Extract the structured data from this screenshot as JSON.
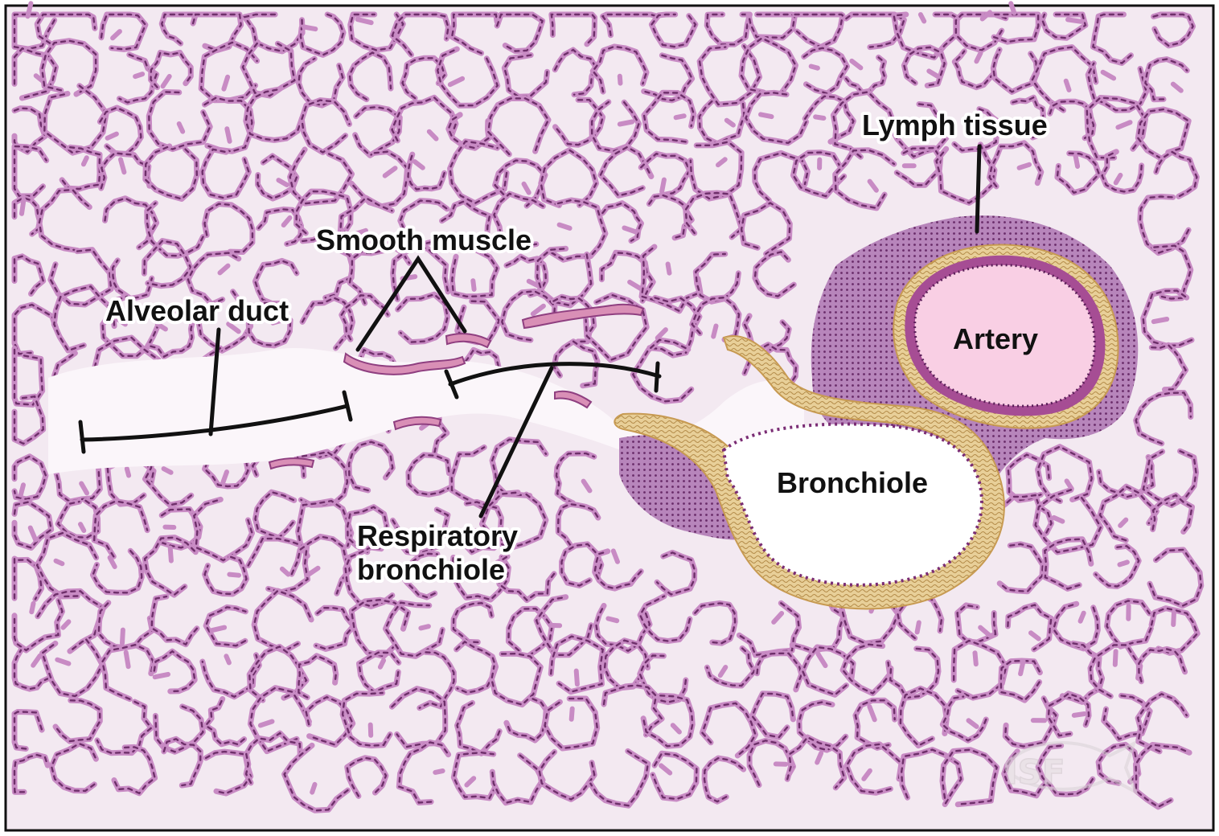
{
  "labels": {
    "lymph_tissue": "Lymph tissue",
    "smooth_muscle": "Smooth muscle",
    "alveolar_duct": "Alveolar duct",
    "artery": "Artery",
    "bronchiole": "Bronchiole",
    "respiratory_bronchiole_line1": "Respiratory",
    "respiratory_bronchiole_line2": "bronchiole"
  },
  "watermark": "ISF",
  "colors": {
    "background": "#f3e9f1",
    "frame": "#111111",
    "alveolar_wall": "#c88bc4",
    "alveolar_wall_dark": "#6e2f6a",
    "lymph_tissue": "#b07ab4",
    "smooth_muscle": "#d98fb6",
    "artery_lumen": "#f9cfe4",
    "artery_wall": "#a64d94",
    "adventitia": "#e3c58d",
    "lumen": "#ffffff",
    "epithelium_dots": "#5a1f58"
  }
}
